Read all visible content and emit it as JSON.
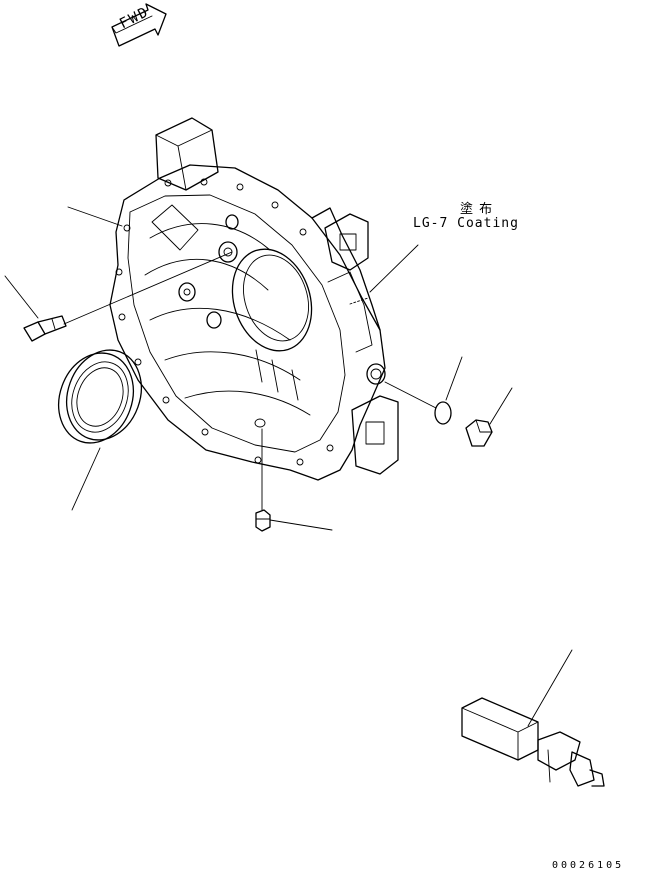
{
  "fwd_arrow": {
    "label": "FWD",
    "icon": "fwd-arrow-icon"
  },
  "coating_note": {
    "kanji": "塗 布",
    "text": "LG-7 Coating"
  },
  "drawing_number": "00026105"
}
